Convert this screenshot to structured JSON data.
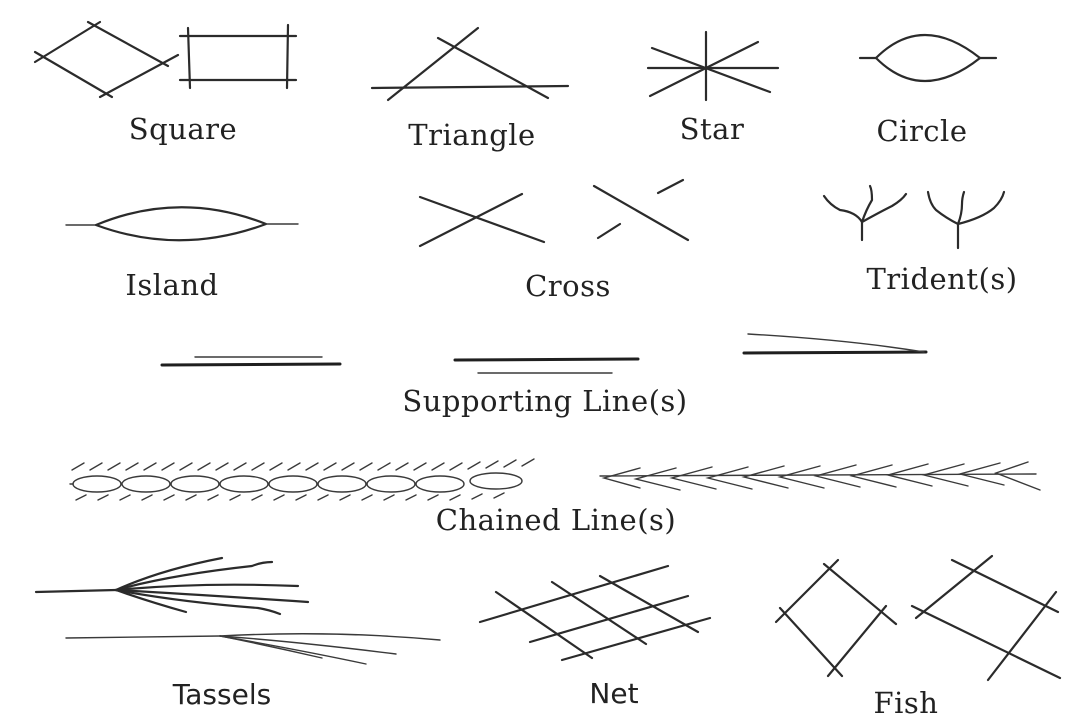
{
  "labels": {
    "square": "Square",
    "triangle": "Triangle",
    "star": "Star",
    "circle": "Circle",
    "island": "Island",
    "cross": "Cross",
    "trident": "Trident(s)",
    "supporting_line": "Supporting Line(s)",
    "chained_line": "Chained Line(s)",
    "tassels": "Tassels",
    "net": "Net",
    "fish": "Fish"
  },
  "colors": {
    "ink": "#2b2b2b",
    "background": "#ffffff"
  }
}
